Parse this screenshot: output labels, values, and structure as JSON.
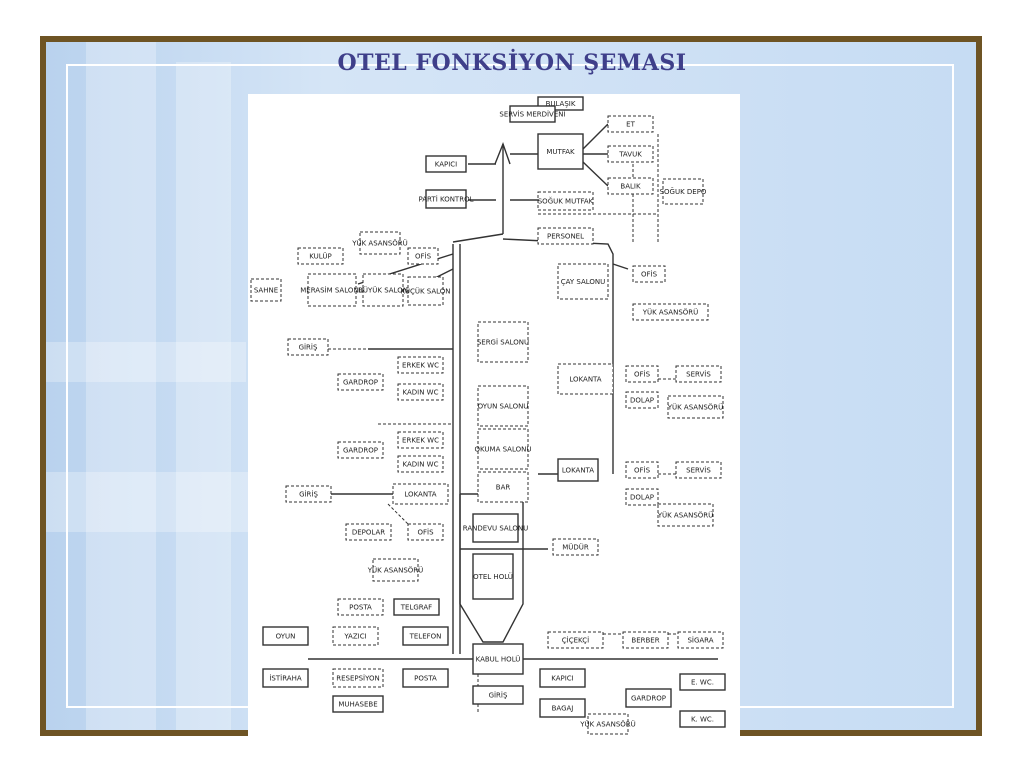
{
  "title": "OTEL FONKSİYON ŞEMASI",
  "diagram": {
    "boxes": [
      {
        "id": "bulasik",
        "label": "BULAŞIK"
      },
      {
        "id": "servis_merdiveni",
        "label": "SERVİS MERDİVENİ"
      },
      {
        "id": "mutfak",
        "label": "MUTFAK"
      },
      {
        "id": "et",
        "label": "ET"
      },
      {
        "id": "tavuk",
        "label": "TAVUK"
      },
      {
        "id": "balik",
        "label": "BALIK"
      },
      {
        "id": "soguk_depo",
        "label": "SOĞUK DEPO"
      },
      {
        "id": "kapici_top",
        "label": "KAPICI"
      },
      {
        "id": "parti_kontrol",
        "label": "PARTİ KONTROL"
      },
      {
        "id": "soguk_mutfak",
        "label": "SOĞUK MUTFAK"
      },
      {
        "id": "personel",
        "label": "PERSONEL"
      },
      {
        "id": "yuk_asansoru_1",
        "label": "YÜK ASANSÖRÜ"
      },
      {
        "id": "kulup",
        "label": "KULÜP"
      },
      {
        "id": "ofis_1",
        "label": "OFİS"
      },
      {
        "id": "sahne",
        "label": "SAHNE"
      },
      {
        "id": "merasim_salonu",
        "label": "MERASİM SALONU"
      },
      {
        "id": "buyuk_salon",
        "label": "BÜYÜK SALON"
      },
      {
        "id": "kucuk_salon",
        "label": "KÜÇÜK SALON"
      },
      {
        "id": "cay_salonu",
        "label": "ÇAY SALONU"
      },
      {
        "id": "ofis_2",
        "label": "OFİS"
      },
      {
        "id": "yuk_asansoru_2",
        "label": "YÜK ASANSÖRÜ"
      },
      {
        "id": "giris_1",
        "label": "GİRİŞ"
      },
      {
        "id": "sergi_salonu",
        "label": "SERGİ SALONU"
      },
      {
        "id": "erkek_wc_1",
        "label": "ERKEK WC"
      },
      {
        "id": "gardrop_1",
        "label": "GARDROP"
      },
      {
        "id": "kadin_wc_1",
        "label": "KADIN WC"
      },
      {
        "id": "lokanta_1",
        "label": "LOKANTA"
      },
      {
        "id": "ofis_3",
        "label": "OFİS"
      },
      {
        "id": "servis_1",
        "label": "SERVİS"
      },
      {
        "id": "dolap_1",
        "label": "DOLAP"
      },
      {
        "id": "yuk_asansoru_3",
        "label": "YÜK ASANSÖRÜ"
      },
      {
        "id": "oyun_salonu",
        "label": "OYUN SALONU"
      },
      {
        "id": "erkek_wc_2",
        "label": "ERKEK WC"
      },
      {
        "id": "okuma_salonu",
        "label": "OKUMA SALONU"
      },
      {
        "id": "gardrop_2",
        "label": "GARDROP"
      },
      {
        "id": "kadin_wc_2",
        "label": "KADIN WC"
      },
      {
        "id": "lokanta_2",
        "label": "LOKANTA"
      },
      {
        "id": "ofis_4",
        "label": "OFİS"
      },
      {
        "id": "servis_2",
        "label": "SERVİS"
      },
      {
        "id": "giris_2",
        "label": "GİRİŞ"
      },
      {
        "id": "lokanta_3",
        "label": "LOKANTA"
      },
      {
        "id": "bar",
        "label": "BAR"
      },
      {
        "id": "dolap_2",
        "label": "DOLAP"
      },
      {
        "id": "yuk_asansoru_4",
        "label": "YÜK ASANSÖRÜ"
      },
      {
        "id": "depolar",
        "label": "DEPOLAR"
      },
      {
        "id": "ofis_5",
        "label": "OFİS"
      },
      {
        "id": "randevu_salonu",
        "label": "RANDEVU SALONU"
      },
      {
        "id": "yuk_asansoru_5",
        "label": "YÜK ASANSÖRÜ"
      },
      {
        "id": "mudur",
        "label": "MÜDÜR"
      },
      {
        "id": "otel_holu",
        "label": "OTEL HOLÜ"
      },
      {
        "id": "posta_top",
        "label": "POSTA"
      },
      {
        "id": "telgraf",
        "label": "TELGRAF"
      },
      {
        "id": "oyun",
        "label": "OYUN"
      },
      {
        "id": "yazici",
        "label": "YAZICI"
      },
      {
        "id": "telefon",
        "label": "TELEFON"
      },
      {
        "id": "kabul_holu",
        "label": "KABUL HOLÜ"
      },
      {
        "id": "cicekci",
        "label": "ÇİÇEKÇİ"
      },
      {
        "id": "berber",
        "label": "BERBER"
      },
      {
        "id": "sigara",
        "label": "SİGARA"
      },
      {
        "id": "istiraha",
        "label": "İSTİRAHA"
      },
      {
        "id": "resepsiyon",
        "label": "RESEPSİYON"
      },
      {
        "id": "posta_bottom",
        "label": "POSTA"
      },
      {
        "id": "kapici_bottom",
        "label": "KAPICI"
      },
      {
        "id": "gardrop_3",
        "label": "GARDROP"
      },
      {
        "id": "erkek_wc_3",
        "label": "E. WC."
      },
      {
        "id": "kadin_wc_3",
        "label": "K. WC."
      },
      {
        "id": "muhasebe",
        "label": "MUHASEBE"
      },
      {
        "id": "giris_main",
        "label": "GİRİŞ"
      },
      {
        "id": "bagaj",
        "label": "BAGAJ"
      },
      {
        "id": "yuk_asansoru_6",
        "label": "YÜK ASANSÖRÜ"
      }
    ]
  }
}
